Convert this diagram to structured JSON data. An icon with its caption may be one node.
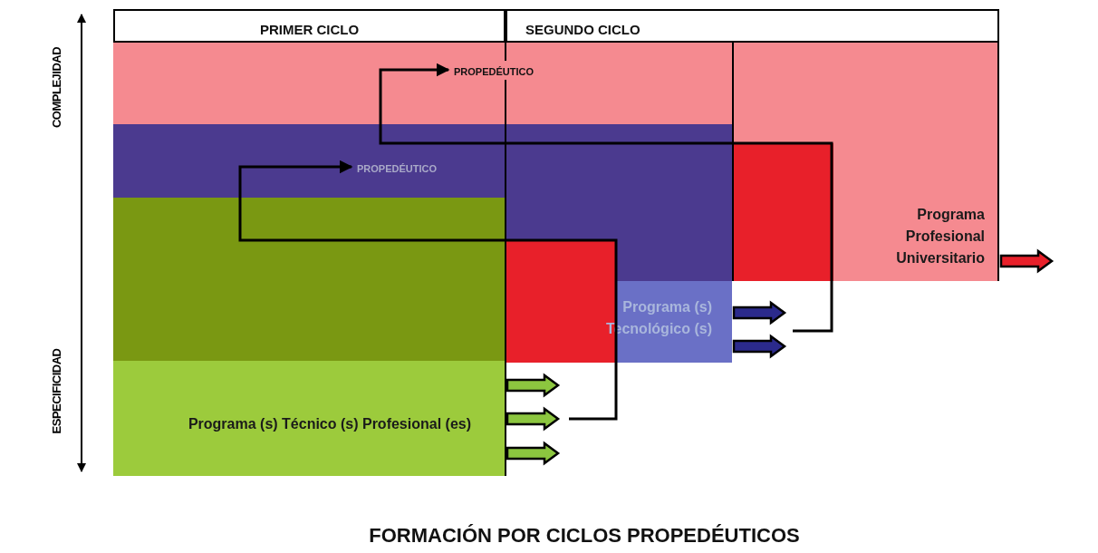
{
  "diagram": {
    "title": "FORMACIÓN POR CICLOS PROPEDÉUTICOS",
    "nodes": [
      {
        "text": [
          "PRIMER CICLO"
        ]
      },
      {
        "text": [
          "SEGUNDO CICLO"
        ]
      },
      {
        "text": [
          "Programa Profesional Universitario"
        ]
      },
      {
        "text": [
          "Programa (s) Tecnológico (s)"
        ]
      },
      {
        "text": [
          "Programa (s) Técnico (s) Profesional (es)"
        ]
      },
      {
        "text": [
          "PROPEDÉUTICO"
        ]
      },
      {
        "text": [
          "PROPEDÉUTICO"
        ]
      }
    ],
    "edges": [
      {
        "from": 4,
        "to": null,
        "arrow": "to",
        "style": "thick",
        "color": "#8cc63f"
      },
      {
        "from": 4,
        "to": null,
        "arrow": "to",
        "style": "thick",
        "color": "#8cc63f"
      },
      {
        "from": 4,
        "to": null,
        "arrow": "to",
        "style": "thick",
        "color": "#8cc63f"
      },
      {
        "from": 3,
        "to": null,
        "arrow": "to",
        "style": "thick",
        "color": "#2b2a8c"
      },
      {
        "from": 3,
        "to": null,
        "arrow": "to",
        "style": "thick",
        "color": "#2b2a8c"
      },
      {
        "from": 2,
        "to": null,
        "arrow": "to",
        "style": "thick",
        "color": "#e8202a"
      },
      {
        "from": null,
        "to": 5,
        "arrow": "to"
      },
      {
        "from": null,
        "to": 6,
        "arrow": "to"
      }
    ],
    "labels": [
      "COMPLEJIDAD",
      "ESPECIFICIDAD"
    ]
  }
}
